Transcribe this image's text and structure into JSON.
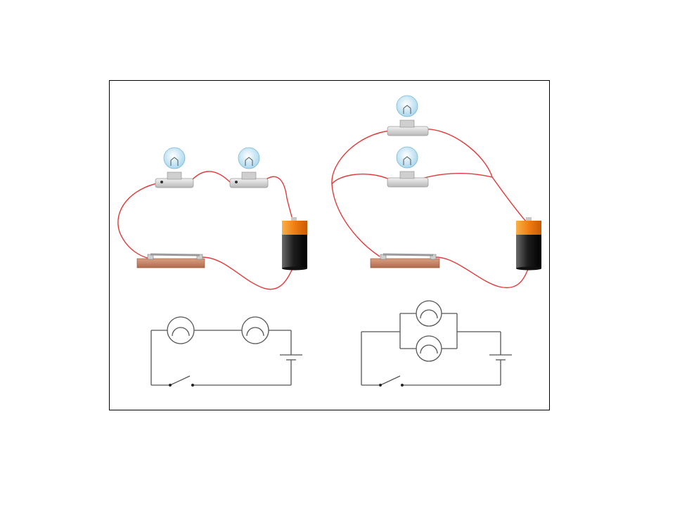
{
  "colors": {
    "background": "#ffffff",
    "frame_border": "#000000",
    "wire": "#e03a3a",
    "schematic_line": "#555555",
    "bulb_glass": "#d8eef8",
    "bulb_base": "#d4d4d4",
    "battery_top": "#f08a1c",
    "battery_body": "#2b2b2b",
    "switch_board": "#c8896a"
  },
  "icons": {
    "bulb": "light-bulb-icon",
    "battery": "battery-icon",
    "switch": "knife-switch-icon"
  },
  "circuits": [
    {
      "id": "series",
      "bulbs": 2,
      "battery": 1,
      "switch": 1
    },
    {
      "id": "parallel",
      "bulbs": 2,
      "battery": 1,
      "switch": 1
    }
  ]
}
